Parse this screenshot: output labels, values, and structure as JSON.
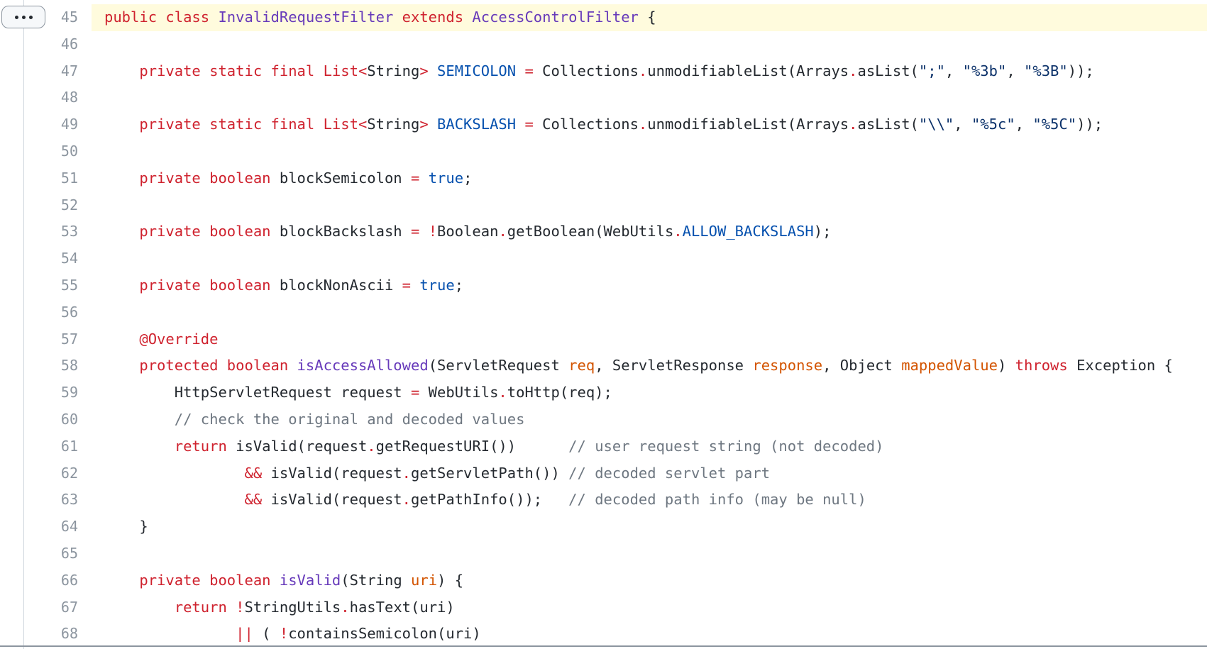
{
  "colors": {
    "keyword": "#cf222e",
    "type_name": "#6639ba",
    "constant": "#0550ae",
    "string": "#0a3069",
    "param": "#d35400",
    "comment": "#6e7781",
    "default": "#24292f",
    "line_number": "#8c959f",
    "highlight_bg": "#fffbdd"
  },
  "toolbar": {
    "expand_icon": "ellipsis-icon"
  },
  "lines": [
    {
      "n": "45",
      "hl": true,
      "tokens": [
        [
          "k",
          "public class "
        ],
        [
          "t",
          "InvalidRequestFilter"
        ],
        [
          "k",
          " extends "
        ],
        [
          "t",
          "AccessControlFilter"
        ],
        [
          "d",
          " {"
        ]
      ]
    },
    {
      "n": "46",
      "tokens": []
    },
    {
      "n": "47",
      "tokens": [
        [
          "d",
          "    "
        ],
        [
          "k",
          "private static final "
        ],
        [
          "k",
          "List"
        ],
        [
          "k",
          "<"
        ],
        [
          "d",
          "String"
        ],
        [
          "k",
          ">"
        ],
        [
          "d",
          " "
        ],
        [
          "c",
          "SEMICOLON"
        ],
        [
          "d",
          " "
        ],
        [
          "k",
          "="
        ],
        [
          "d",
          " Collections"
        ],
        [
          "k",
          "."
        ],
        [
          "d",
          "unmodifiableList(Arrays"
        ],
        [
          "k",
          "."
        ],
        [
          "d",
          "asList("
        ],
        [
          "s",
          "\";\""
        ],
        [
          "d",
          ", "
        ],
        [
          "s",
          "\"%3b\""
        ],
        [
          "d",
          ", "
        ],
        [
          "s",
          "\"%3B\""
        ],
        [
          "d",
          "));"
        ]
      ]
    },
    {
      "n": "48",
      "tokens": []
    },
    {
      "n": "49",
      "tokens": [
        [
          "d",
          "    "
        ],
        [
          "k",
          "private static final "
        ],
        [
          "k",
          "List"
        ],
        [
          "k",
          "<"
        ],
        [
          "d",
          "String"
        ],
        [
          "k",
          ">"
        ],
        [
          "d",
          " "
        ],
        [
          "c",
          "BACKSLASH"
        ],
        [
          "d",
          " "
        ],
        [
          "k",
          "="
        ],
        [
          "d",
          " Collections"
        ],
        [
          "k",
          "."
        ],
        [
          "d",
          "unmodifiableList(Arrays"
        ],
        [
          "k",
          "."
        ],
        [
          "d",
          "asList("
        ],
        [
          "s",
          "\"\\\\\""
        ],
        [
          "d",
          ", "
        ],
        [
          "s",
          "\"%5c\""
        ],
        [
          "d",
          ", "
        ],
        [
          "s",
          "\"%5C\""
        ],
        [
          "d",
          "));"
        ]
      ]
    },
    {
      "n": "50",
      "tokens": []
    },
    {
      "n": "51",
      "tokens": [
        [
          "d",
          "    "
        ],
        [
          "k",
          "private boolean "
        ],
        [
          "d",
          "blockSemicolon "
        ],
        [
          "k",
          "="
        ],
        [
          "d",
          " "
        ],
        [
          "c",
          "true"
        ],
        [
          "d",
          ";"
        ]
      ]
    },
    {
      "n": "52",
      "tokens": []
    },
    {
      "n": "53",
      "tokens": [
        [
          "d",
          "    "
        ],
        [
          "k",
          "private boolean "
        ],
        [
          "d",
          "blockBackslash "
        ],
        [
          "k",
          "="
        ],
        [
          "d",
          " "
        ],
        [
          "k",
          "!"
        ],
        [
          "d",
          "Boolean"
        ],
        [
          "k",
          "."
        ],
        [
          "d",
          "getBoolean(WebUtils"
        ],
        [
          "k",
          "."
        ],
        [
          "c",
          "ALLOW_BACKSLASH"
        ],
        [
          "d",
          ");"
        ]
      ]
    },
    {
      "n": "54",
      "tokens": []
    },
    {
      "n": "55",
      "tokens": [
        [
          "d",
          "    "
        ],
        [
          "k",
          "private boolean "
        ],
        [
          "d",
          "blockNonAscii "
        ],
        [
          "k",
          "="
        ],
        [
          "d",
          " "
        ],
        [
          "c",
          "true"
        ],
        [
          "d",
          ";"
        ]
      ]
    },
    {
      "n": "56",
      "tokens": []
    },
    {
      "n": "57",
      "tokens": [
        [
          "d",
          "    "
        ],
        [
          "k",
          "@Override"
        ]
      ]
    },
    {
      "n": "58",
      "tokens": [
        [
          "d",
          "    "
        ],
        [
          "k",
          "protected boolean "
        ],
        [
          "t",
          "isAccessAllowed"
        ],
        [
          "d",
          "(ServletRequest "
        ],
        [
          "p",
          "req"
        ],
        [
          "d",
          ", ServletResponse "
        ],
        [
          "p",
          "response"
        ],
        [
          "d",
          ", Object "
        ],
        [
          "p",
          "mappedValue"
        ],
        [
          "d",
          ") "
        ],
        [
          "k",
          "throws"
        ],
        [
          "d",
          " Exception {"
        ]
      ]
    },
    {
      "n": "59",
      "tokens": [
        [
          "d",
          "        HttpServletRequest request "
        ],
        [
          "k",
          "="
        ],
        [
          "d",
          " WebUtils"
        ],
        [
          "k",
          "."
        ],
        [
          "d",
          "toHttp(req);"
        ]
      ]
    },
    {
      "n": "60",
      "tokens": [
        [
          "d",
          "        "
        ],
        [
          "m",
          "// check the original and decoded values"
        ]
      ]
    },
    {
      "n": "61",
      "tokens": [
        [
          "d",
          "        "
        ],
        [
          "k",
          "return"
        ],
        [
          "d",
          " isValid(request"
        ],
        [
          "k",
          "."
        ],
        [
          "d",
          "getRequestURI())      "
        ],
        [
          "m",
          "// user request string (not decoded)"
        ]
      ]
    },
    {
      "n": "62",
      "tokens": [
        [
          "d",
          "                "
        ],
        [
          "k",
          "&&"
        ],
        [
          "d",
          " isValid(request"
        ],
        [
          "k",
          "."
        ],
        [
          "d",
          "getServletPath()) "
        ],
        [
          "m",
          "// decoded servlet part"
        ]
      ]
    },
    {
      "n": "63",
      "tokens": [
        [
          "d",
          "                "
        ],
        [
          "k",
          "&&"
        ],
        [
          "d",
          " isValid(request"
        ],
        [
          "k",
          "."
        ],
        [
          "d",
          "getPathInfo());   "
        ],
        [
          "m",
          "// decoded path info (may be null)"
        ]
      ]
    },
    {
      "n": "64",
      "tokens": [
        [
          "d",
          "    }"
        ]
      ]
    },
    {
      "n": "65",
      "tokens": []
    },
    {
      "n": "66",
      "tokens": [
        [
          "d",
          "    "
        ],
        [
          "k",
          "private boolean "
        ],
        [
          "t",
          "isValid"
        ],
        [
          "d",
          "(String "
        ],
        [
          "p",
          "uri"
        ],
        [
          "d",
          ") {"
        ]
      ]
    },
    {
      "n": "67",
      "tokens": [
        [
          "d",
          "        "
        ],
        [
          "k",
          "return"
        ],
        [
          "d",
          " "
        ],
        [
          "k",
          "!"
        ],
        [
          "d",
          "StringUtils"
        ],
        [
          "k",
          "."
        ],
        [
          "d",
          "hasText(uri)"
        ]
      ]
    },
    {
      "n": "68",
      "tokens": [
        [
          "d",
          "               "
        ],
        [
          "k",
          "||"
        ],
        [
          "d",
          " ( "
        ],
        [
          "k",
          "!"
        ],
        [
          "d",
          "containsSemicolon(uri)"
        ]
      ]
    }
  ]
}
